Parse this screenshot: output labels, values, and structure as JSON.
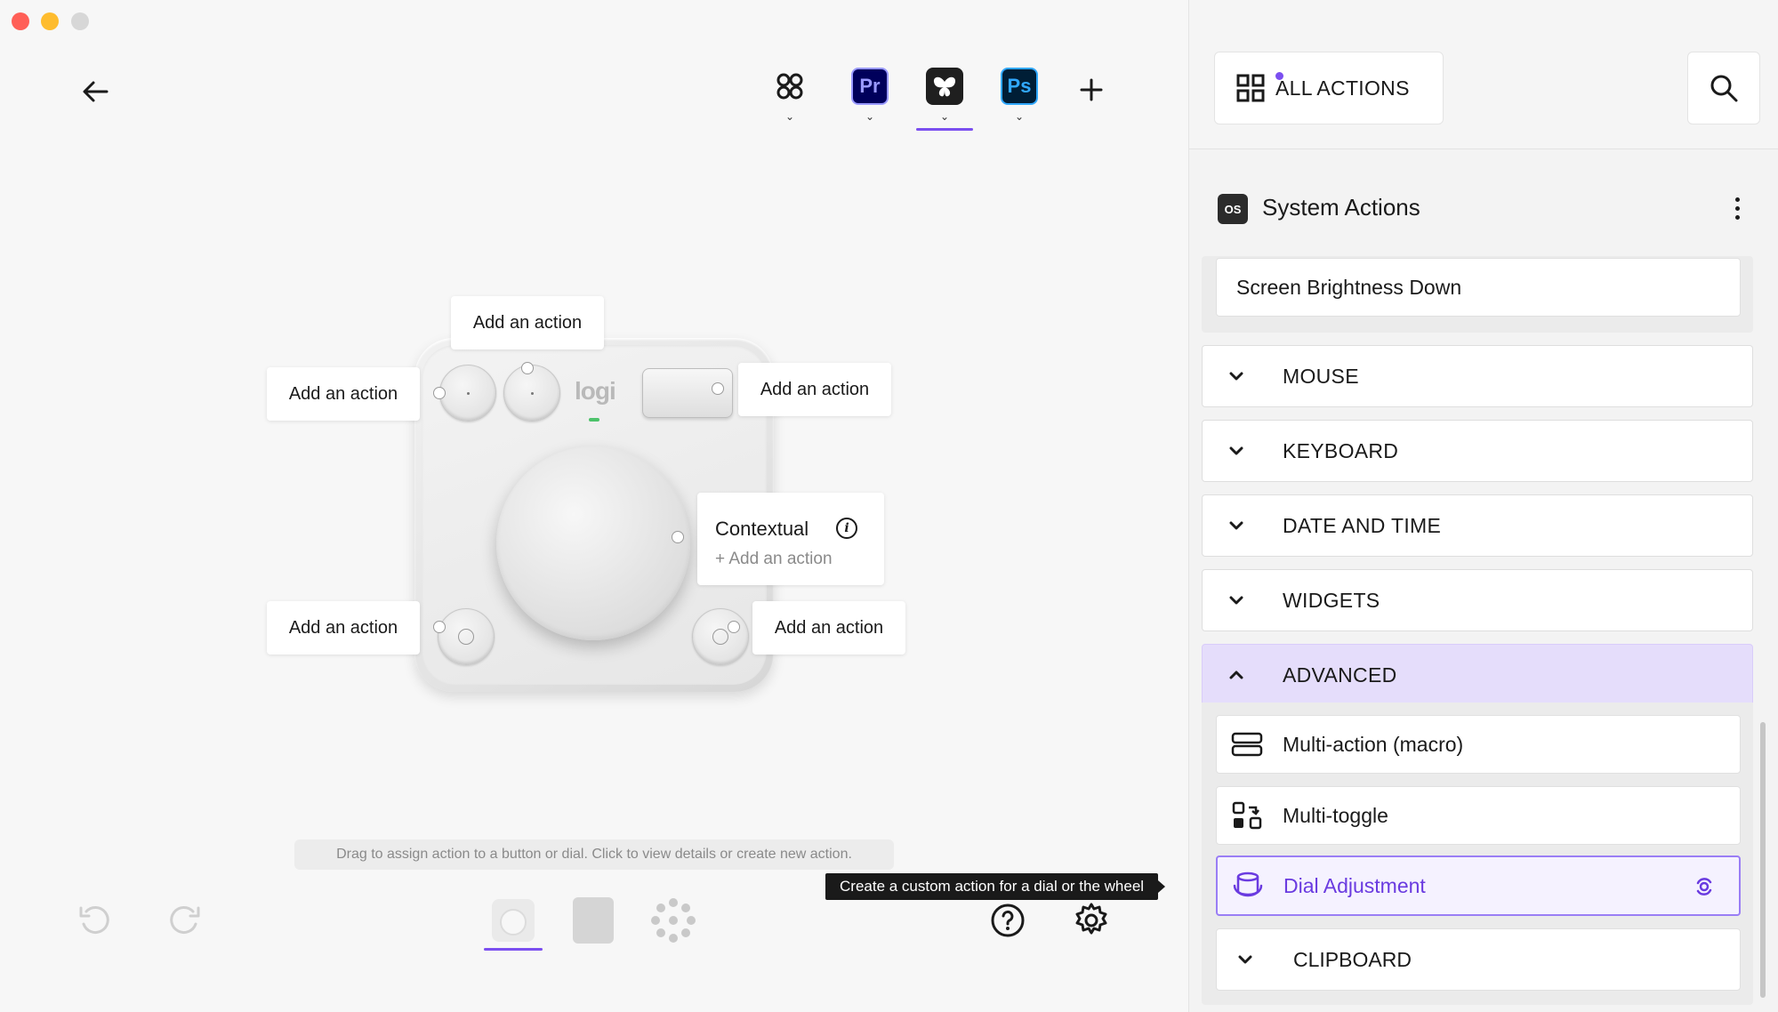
{
  "window": {
    "title": ""
  },
  "toolbar": {
    "back_icon": "arrow-left-icon",
    "apps": [
      {
        "name": "all-apps",
        "label": "",
        "icon": "apps-grid-icon"
      },
      {
        "name": "premiere-pro",
        "label": "Pr",
        "color": "#9999ff",
        "bg": "#00005b"
      },
      {
        "name": "custom-app",
        "label": "",
        "icon": "butterfly-icon",
        "active": true,
        "bg": "#1f1f1f"
      },
      {
        "name": "photoshop",
        "label": "Ps",
        "color": "#31a8ff",
        "bg": "#001e36"
      }
    ],
    "add_app_icon": "plus-icon"
  },
  "device": {
    "brand": "logi",
    "labels": {
      "top_left": "Add an action",
      "top_center": "Add an action",
      "top_right": "Add an action",
      "bottom_left": "Add an action",
      "bottom_right": "Add an action"
    },
    "contextual": {
      "title": "Contextual",
      "info_icon": "i",
      "sub": "+ Add an action"
    }
  },
  "hint": "Drag to assign action to a button or dial. Click to view details or create new action.",
  "tooltip": "Create a custom action for a dial or the wheel",
  "bottom_bar": {
    "undo_icon": "undo-icon",
    "redo_icon": "redo-icon",
    "views": [
      "device-view-icon",
      "keypad-view-icon",
      "wheel-view-icon"
    ],
    "help_icon": "help-icon",
    "settings_icon": "gear-icon"
  },
  "panel": {
    "all_actions": "ALL ACTIONS",
    "search_icon": "search-icon",
    "section": {
      "badge": "OS",
      "title": "System Actions"
    },
    "previous_item": "Screen Brightness Down",
    "categories": [
      {
        "label": "MOUSE",
        "open": false
      },
      {
        "label": "KEYBOARD",
        "open": false
      },
      {
        "label": "DATE AND TIME",
        "open": false
      },
      {
        "label": "WIDGETS",
        "open": false
      },
      {
        "label": "ADVANCED",
        "open": true
      }
    ],
    "advanced_items": [
      {
        "label": "Multi-action (macro)",
        "icon": "macro-icon"
      },
      {
        "label": "Multi-toggle",
        "icon": "multi-toggle-icon"
      },
      {
        "label": "Dial Adjustment",
        "icon": "dial-adjustment-icon",
        "selected": true
      }
    ],
    "clipboard": "CLIPBOARD"
  },
  "colors": {
    "accent": "#7b4ff0",
    "selected_bg": "#e5ddfb"
  }
}
